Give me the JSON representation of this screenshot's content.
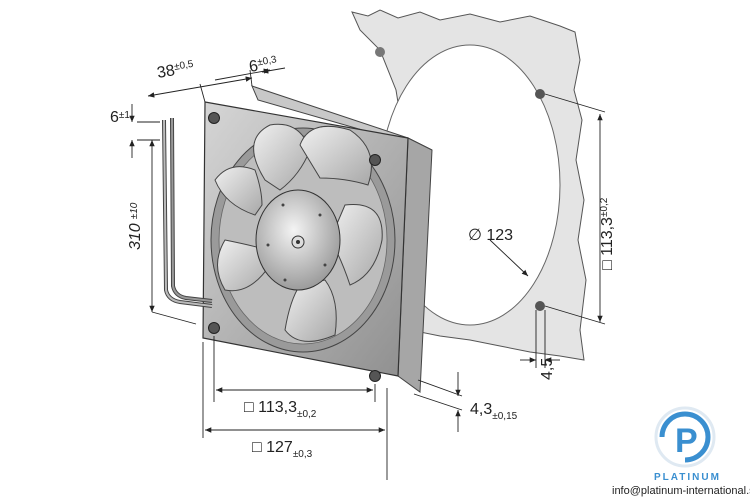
{
  "dimensions": {
    "depth": "38",
    "depth_tol": "±0,5",
    "flange": "6",
    "flange_tol": "±0,3",
    "lead_offset": "6",
    "lead_offset_tol": "±1",
    "lead_length": "310",
    "lead_length_tol": "±10",
    "hole_spacing_side": "□ 113,3",
    "hole_spacing_side_tol": "±0,2",
    "cutout_diameter": "∅ 123",
    "hole_dia": "4,5",
    "mount_depth": "4,3",
    "mount_depth_tol": "±0,15",
    "hole_spacing_bottom": "□ 113,3",
    "hole_spacing_bottom_tol": "±0,2",
    "frame_size": "□ 127",
    "frame_size_tol": "±0,3"
  },
  "brand": {
    "logo_letter": "P",
    "name": "PLATINUM",
    "email": "info@platinum-international.store"
  },
  "colors": {
    "fan_frame": "#b9b9b9",
    "panel": "#e4e4e4",
    "brand_blue": "#3a8fd0",
    "line": "#222222"
  }
}
